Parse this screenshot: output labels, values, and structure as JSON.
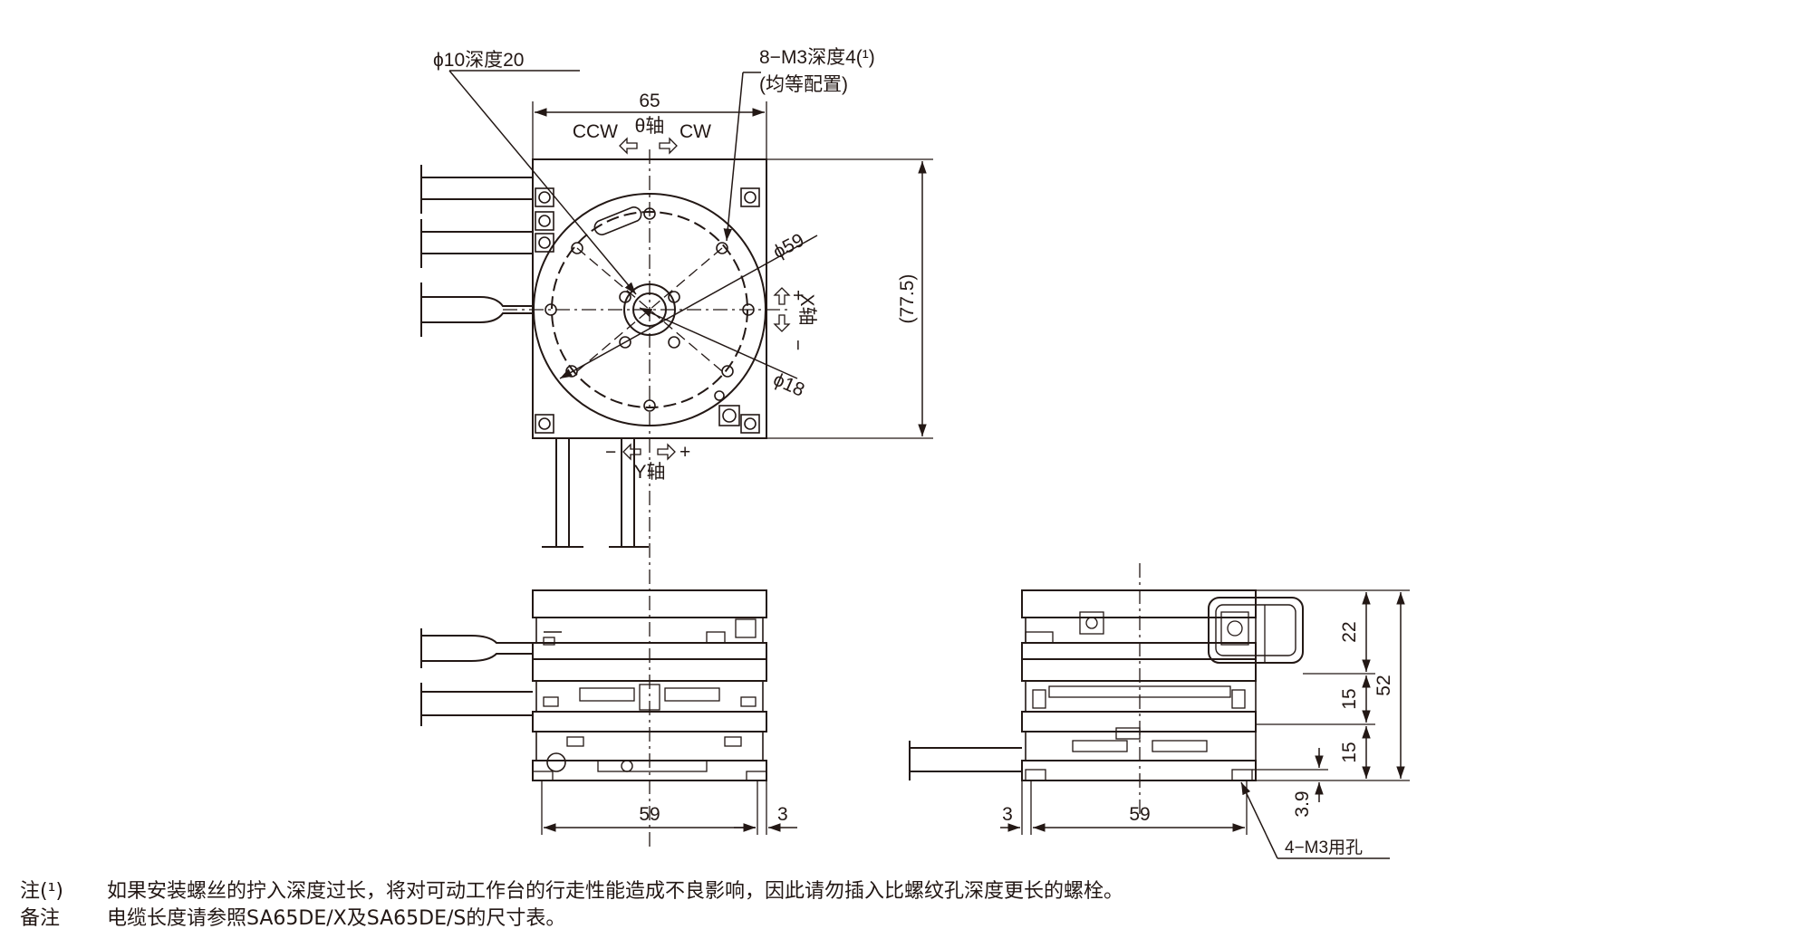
{
  "top_view": {
    "callout_hole": "ϕ10深度20",
    "callout_tap": "8−M3深度4(¹)",
    "callout_tap_sub": "(均等配置)",
    "dim_width": "65",
    "theta_ccw": "CCW",
    "theta_axis": "θ轴",
    "theta_cw": "CW",
    "dia_table": "ϕ59",
    "dia_center": "ϕ18",
    "dim_height": "(77.5)",
    "x_axis": "X轴",
    "x_plus": "+",
    "x_minus": "−",
    "y_minus": "−",
    "y_plus": "+",
    "y_axis": "Y轴"
  },
  "front_view": {
    "dim_bottom": "59",
    "dim_offset": "3"
  },
  "side_view": {
    "dim_top_stage": "22",
    "dim_mid_stage": "15",
    "dim_low_stage": "15",
    "dim_total": "52",
    "dim_base": "3.9",
    "dim_offset": "3",
    "dim_bottom": "59",
    "callout_holes": "4−M3用孔"
  },
  "notes": {
    "note1_key": "注(¹)",
    "note1_text": "如果安装螺丝的拧入深度过长，将对可动工作台的行走性能造成不良影响，因此请勿插入比螺纹孔深度更长的螺栓。",
    "note2_key": "备注",
    "note2_text": "电缆长度请参照SA65DE/X及SA65DE/S的尺寸表。"
  },
  "colors": {
    "line": "#231815",
    "background": "#ffffff"
  }
}
